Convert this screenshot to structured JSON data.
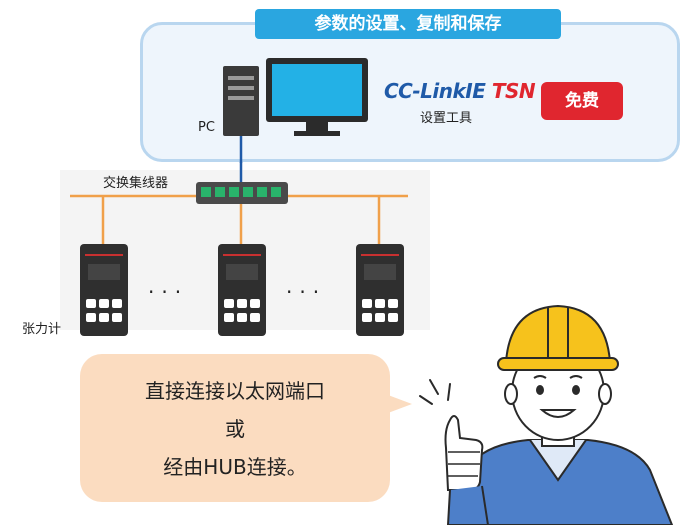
{
  "panel": {
    "title": "参数的设置、复制和保存",
    "pc_label": "PC",
    "brand_main": "CC-LinkIE ",
    "brand_accent": "TSN",
    "tool_label": "设置工具",
    "free_badge": "免费"
  },
  "network": {
    "hub_label": "交换集线器",
    "meter_label": "张力计",
    "ellipsis": "···"
  },
  "speech": {
    "line1": "直接连接以太网端口",
    "line2": "或",
    "line3": "经由HUB连接。"
  },
  "colors": {
    "accent_blue": "#2aa6e0",
    "cable_orange": "#f0a04a",
    "badge_red": "#e0262f",
    "bubble": "#fbdcc0"
  }
}
